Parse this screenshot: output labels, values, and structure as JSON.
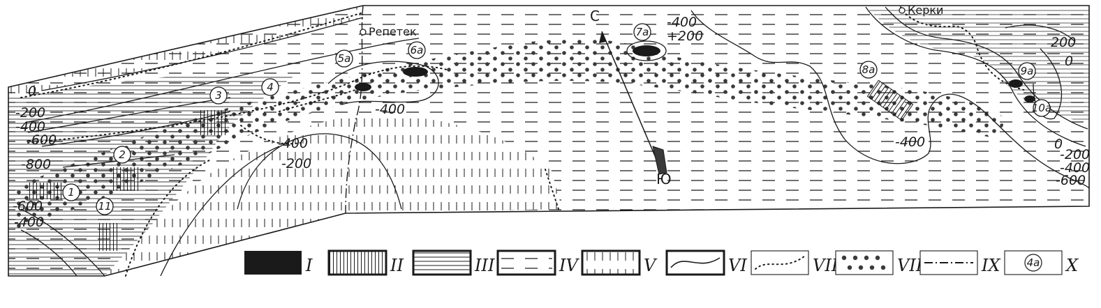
{
  "map": {
    "towns": [
      {
        "key": "repetek",
        "name": "Репетек"
      },
      {
        "key": "kerki",
        "name": "Керки"
      }
    ],
    "compass": {
      "north": "С",
      "south": "Ю"
    },
    "contours": [
      "0",
      "-200",
      "-400",
      "-600",
      "-800",
      "-600",
      "-400",
      "-400",
      "-200",
      "-400",
      "-400",
      "+200",
      "-400",
      "200",
      "0",
      "0",
      "-200",
      "-400",
      "-600"
    ],
    "areas": [
      "1",
      "2",
      "3",
      "4",
      "5а",
      "6а",
      "7а",
      "8а",
      "9а",
      "10а",
      "11"
    ]
  },
  "legend": [
    {
      "numeral": "I",
      "swatch": "solid-black"
    },
    {
      "numeral": "II",
      "swatch": "vertical-hatch"
    },
    {
      "numeral": "III",
      "swatch": "horizontal-lines"
    },
    {
      "numeral": "IV",
      "swatch": "dashes"
    },
    {
      "numeral": "V",
      "swatch": "vertical-dashes"
    },
    {
      "numeral": "VI",
      "swatch": "solid-curve"
    },
    {
      "numeral": "VII",
      "swatch": "dotted-curve"
    },
    {
      "numeral": "VIII",
      "swatch": "dots"
    },
    {
      "numeral": "IX",
      "swatch": "dash-dot-line"
    },
    {
      "numeral": "X",
      "swatch": "circled-label",
      "sample": "4а"
    }
  ],
  "colors": {
    "ink": "#1a1a1a",
    "paper": "#ffffff"
  }
}
